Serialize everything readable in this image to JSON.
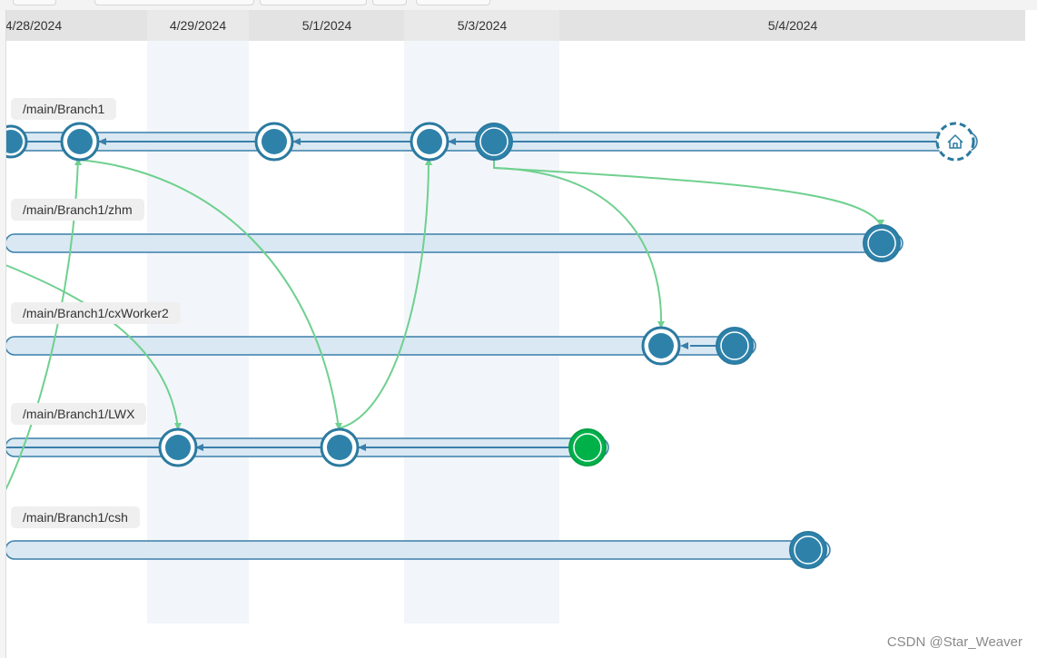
{
  "timeline": {
    "dates": [
      "4/28/2024",
      "4/29/2024",
      "5/1/2024",
      "5/3/2024",
      "5/4/2024"
    ]
  },
  "branches": [
    {
      "label": "/main/Branch1"
    },
    {
      "label": "/main/Branch1/zhm"
    },
    {
      "label": "/main/Branch1/cxWorker2"
    },
    {
      "label": "/main/Branch1/LWX"
    },
    {
      "label": "/main/Branch1/csh"
    }
  ],
  "icons": {
    "head_marker": "home-icon"
  },
  "colors": {
    "node": "#2e82aa",
    "node_ring": "#2b7aa0",
    "lane_fill": "#d9e8f2",
    "lane_stroke": "#3a7faa",
    "merge_line": "#6fd08f",
    "current_node": "#00b14a",
    "date_band": "#f2f6fa",
    "header_bar": "#e3e3e3"
  },
  "watermark": "CSDN @Star_Weaver"
}
